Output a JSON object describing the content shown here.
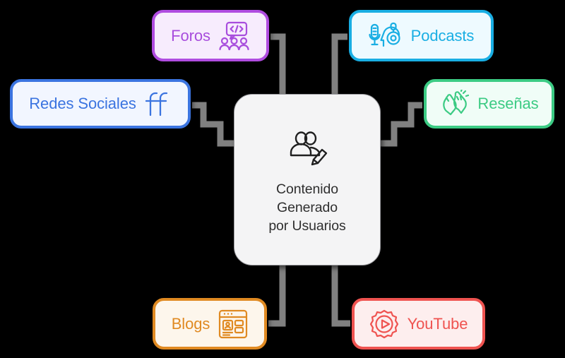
{
  "diagram": {
    "type": "mind-map",
    "background_color": "#000000",
    "connector_color": "#808080",
    "center": {
      "label": "Contenido\nGenerado\npor Usuarios",
      "icon": "users-edit-icon",
      "fill_color": "#f4f4f5",
      "border_color": "#9a9a9e",
      "text_color": "#2f2f2f"
    },
    "nodes": [
      {
        "id": "foros",
        "label": "Foros",
        "icon": "forum-code-chat-icon",
        "icon_side": "right",
        "border_color": "#b04ce0",
        "fill_color": "#f7ecfd",
        "text_color": "#a84ddd",
        "position": "top-left"
      },
      {
        "id": "podcasts",
        "label": "Podcasts",
        "icon": "microphone-headset-icon",
        "icon_side": "left",
        "border_color": "#19aee3",
        "fill_color": "#eefaff",
        "text_color": "#19aee3",
        "position": "top-right"
      },
      {
        "id": "redes-sociales",
        "label": "Redes Sociales",
        "icon": "facebook-double-f-icon",
        "icon_side": "right",
        "border_color": "#3b74e0",
        "fill_color": "#f2f6ff",
        "text_color": "#3b74e0",
        "position": "left"
      },
      {
        "id": "resenas",
        "label": "Reseñas",
        "icon": "clapping-hands-icon",
        "icon_side": "left",
        "border_color": "#3ccb84",
        "fill_color": "#f0fdf7",
        "text_color": "#3ccb84",
        "position": "right"
      },
      {
        "id": "blogs",
        "label": "Blogs",
        "icon": "blog-layout-icon",
        "icon_side": "right",
        "border_color": "#e08a22",
        "fill_color": "#fdf6ec",
        "text_color": "#e08a22",
        "position": "bottom-left"
      },
      {
        "id": "youtube",
        "label": "YouTube",
        "icon": "gear-play-icon",
        "icon_side": "left",
        "border_color": "#ef5350",
        "fill_color": "#fdeeee",
        "text_color": "#ef5350",
        "position": "bottom-right"
      }
    ]
  }
}
